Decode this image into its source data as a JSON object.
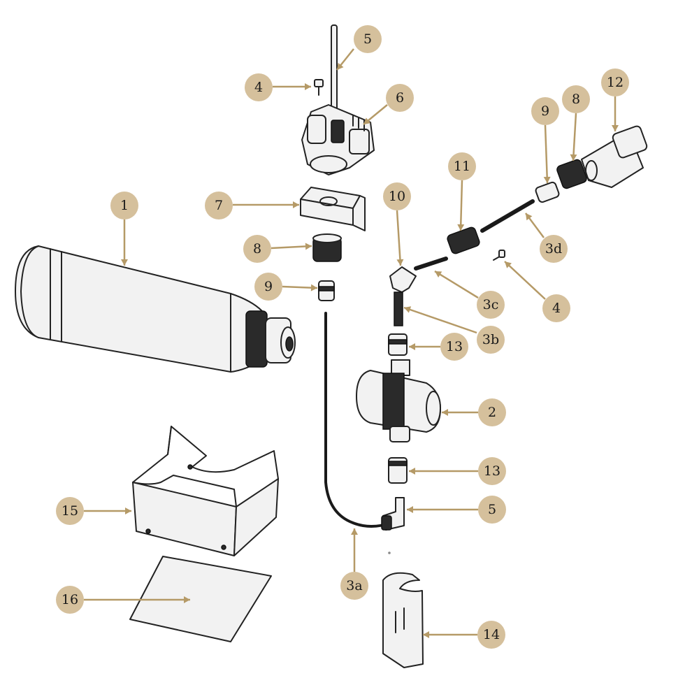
{
  "colors": {
    "badge_fill": "#d5c09c",
    "leader": "#b59a67",
    "line_art": "#222222"
  },
  "callouts": [
    {
      "id": "c-4a",
      "label": "4",
      "part": "screw"
    },
    {
      "id": "c-5a",
      "label": "5",
      "part": "rod"
    },
    {
      "id": "c-6",
      "label": "6",
      "part": "valve-head"
    },
    {
      "id": "c-7",
      "label": "7",
      "part": "mounting-bracket"
    },
    {
      "id": "c-8a",
      "label": "8",
      "part": "nut"
    },
    {
      "id": "c-9a",
      "label": "9",
      "part": "fitting"
    },
    {
      "id": "c-1",
      "label": "1",
      "part": "filter-cartridge"
    },
    {
      "id": "c-10",
      "label": "10",
      "part": "elbow-fitting"
    },
    {
      "id": "c-11",
      "label": "11",
      "part": "inline-connector"
    },
    {
      "id": "c-9b",
      "label": "9",
      "part": "fitting"
    },
    {
      "id": "c-8b",
      "label": "8",
      "part": "nut"
    },
    {
      "id": "c-12",
      "label": "12",
      "part": "tap-adapter"
    },
    {
      "id": "c-3d",
      "label": "3d",
      "part": "tube"
    },
    {
      "id": "c-3c",
      "label": "3c",
      "part": "tube"
    },
    {
      "id": "c-4b",
      "label": "4",
      "part": "screw"
    },
    {
      "id": "c-3b",
      "label": "3b",
      "part": "tube"
    },
    {
      "id": "c-13a",
      "label": "13",
      "part": "adapter"
    },
    {
      "id": "c-2",
      "label": "2",
      "part": "valve-body"
    },
    {
      "id": "c-13b",
      "label": "13",
      "part": "adapter"
    },
    {
      "id": "c-5b",
      "label": "5",
      "part": "elbow-connector"
    },
    {
      "id": "c-15",
      "label": "15",
      "part": "stand"
    },
    {
      "id": "c-16",
      "label": "16",
      "part": "mat"
    },
    {
      "id": "c-3a",
      "label": "3a",
      "part": "tube"
    },
    {
      "id": "c-14",
      "label": "14",
      "part": "clip"
    }
  ]
}
